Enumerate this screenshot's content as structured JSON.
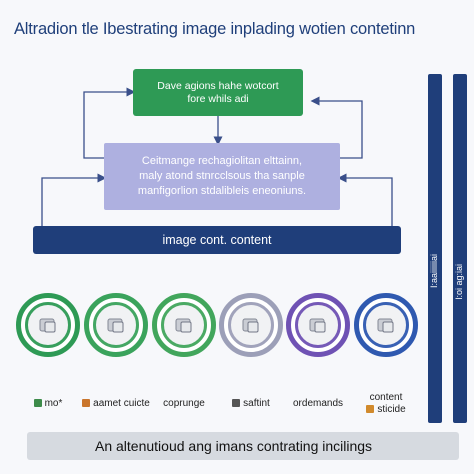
{
  "title": "Altradion tle Ibestrating image inplading wotien contetinn",
  "top_box": {
    "line1": "Dave agions hahe wotcort",
    "line2": "fore whils adi"
  },
  "middle_box": {
    "line1": "Ceitmange rechagiolitan elttainn,",
    "line2": "maly atond stnrcclsous tha sanple",
    "line3": "manfigorlion stdalibleis eneoniuns."
  },
  "main_bar": {
    "label": "image cont. content"
  },
  "side_bars": {
    "left_label": "I:aaiiiiiiai",
    "right_label": "l:oi ag:iai"
  },
  "circles": [
    {
      "ring_color": "#2e9a55",
      "caption": "mo*",
      "caption_icon_color": "#3d8b4a"
    },
    {
      "ring_color": "#3aa35c",
      "caption": "aamet cuicte",
      "caption_icon_color": "#c9752c"
    },
    {
      "ring_color": "#42a65c",
      "caption": "coprunge",
      "caption_icon_color": ""
    },
    {
      "ring_color": "#9c9fb8",
      "caption": "saftint",
      "caption_icon_color": "#555"
    },
    {
      "ring_color": "#6f52b4",
      "caption": "ordemands",
      "caption_icon_color": ""
    },
    {
      "ring_color": "#2f59b0",
      "caption_line1": "content",
      "caption_line2": "sticide",
      "caption_icon_color": "#d18a2c"
    }
  ],
  "bottom_bar": {
    "label": "An altenutioud ang imans contrating incilings"
  },
  "colors": {
    "navy": "#1f3e7a",
    "green": "#2e9a55",
    "lavender": "#aeb0e0",
    "gray_bar": "#d6dae0"
  }
}
